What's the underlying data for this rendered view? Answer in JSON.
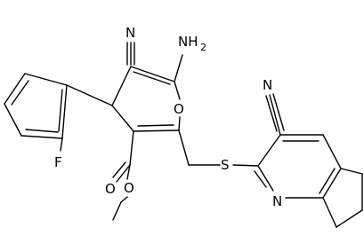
{
  "structure": {
    "atoms": {
      "N_top": "N",
      "NH2": "NH",
      "NH2_sub": "2",
      "O_ring": "O",
      "F": "F",
      "O_carbonyl": "O",
      "O_ester": "O",
      "S": "S",
      "N_right_nitrile": "N",
      "N_pyridine": "N"
    },
    "colors": {
      "bond": "#000000",
      "label": "#000000",
      "background": "#ffffff"
    }
  }
}
